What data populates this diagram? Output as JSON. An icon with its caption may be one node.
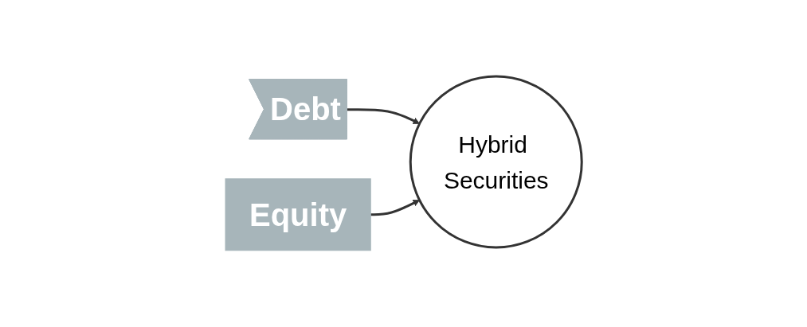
{
  "diagram": {
    "nodes": [
      {
        "text": [
          "Debt"
        ]
      },
      {
        "text": [
          "Hybrid Securities"
        ]
      },
      {
        "text": [
          "Equity"
        ]
      }
    ],
    "edges": [
      {
        "from": 0,
        "to": 1,
        "arrow": "to"
      },
      {
        "from": 2,
        "to": 1,
        "arrow": "to"
      }
    ]
  }
}
